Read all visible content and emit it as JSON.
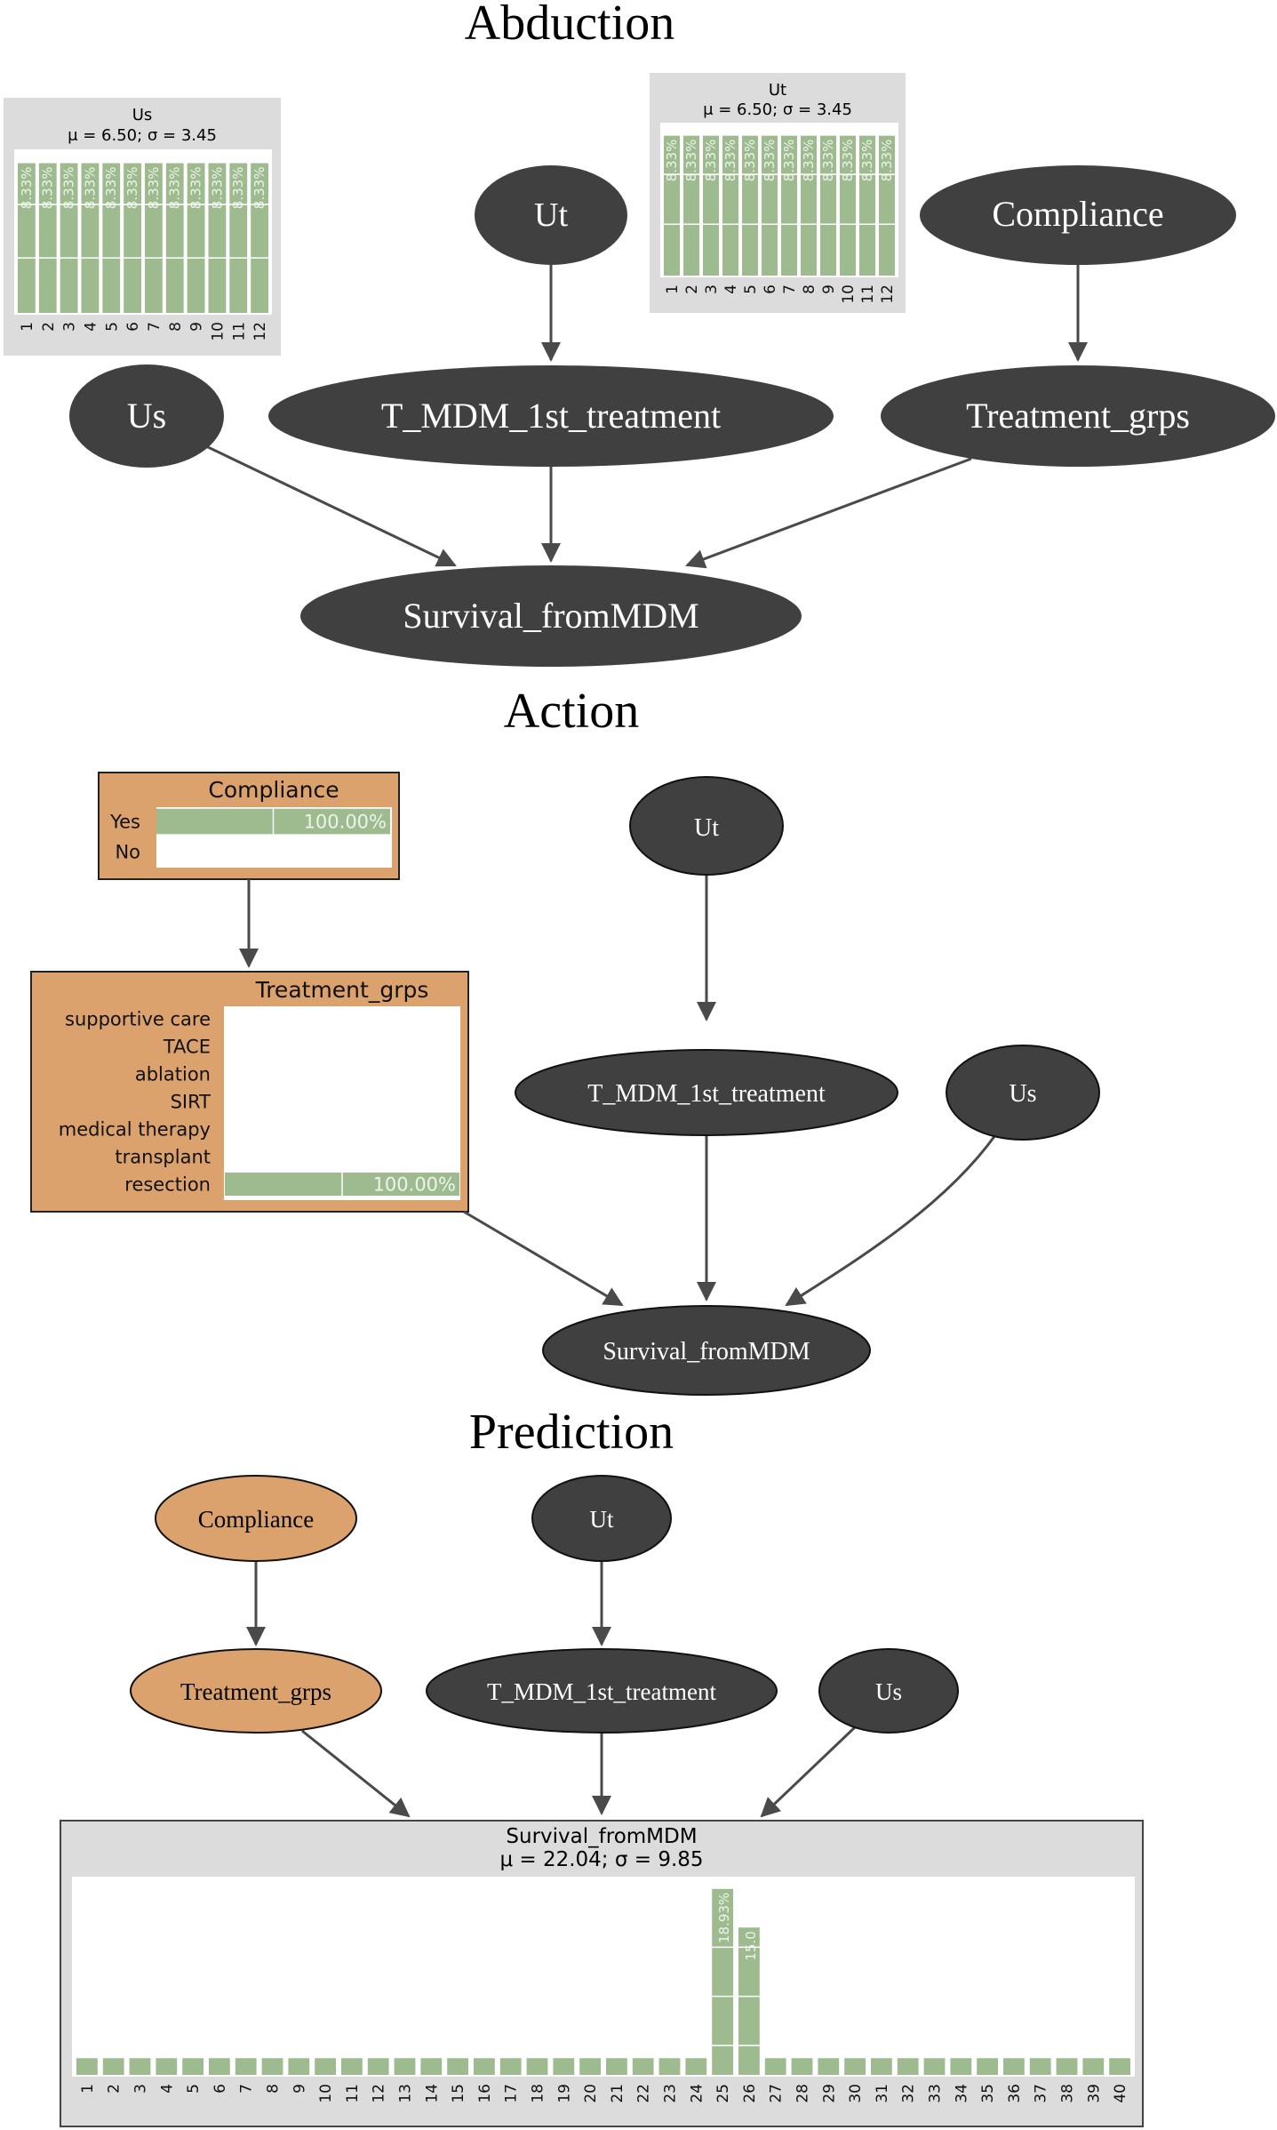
{
  "sections": {
    "abduction": "Abduction",
    "action": "Action",
    "prediction": "Prediction"
  },
  "colors": {
    "dark_node": "#404040",
    "evidence_node": "#dca26e",
    "bar": "#9ebb8f",
    "panel_bg": "#dcdcdc"
  },
  "abduction": {
    "nodes": {
      "ut": "Ut",
      "compliance": "Compliance",
      "us": "Us",
      "t_mdm": "T_MDM_1st_treatment",
      "treatment_grps": "Treatment_grps",
      "survival": "Survival_fromMDM"
    },
    "us_panel": {
      "title": "Us",
      "stats": "μ = 6.50; σ = 3.45",
      "categories": [
        "1",
        "2",
        "3",
        "4",
        "5",
        "6",
        "7",
        "8",
        "9",
        "10",
        "11",
        "12"
      ],
      "bar_label": "8.33%",
      "values": [
        8.33,
        8.33,
        8.33,
        8.33,
        8.33,
        8.33,
        8.33,
        8.33,
        8.33,
        8.33,
        8.33,
        8.33
      ]
    },
    "ut_panel": {
      "title": "Ut",
      "stats": "μ = 6.50; σ = 3.45",
      "categories": [
        "1",
        "2",
        "3",
        "4",
        "5",
        "6",
        "7",
        "8",
        "9",
        "10",
        "11",
        "12"
      ],
      "bar_label": "8.33%",
      "values": [
        8.33,
        8.33,
        8.33,
        8.33,
        8.33,
        8.33,
        8.33,
        8.33,
        8.33,
        8.33,
        8.33,
        8.33
      ]
    }
  },
  "action": {
    "compliance_box": {
      "title": "Compliance",
      "states": [
        {
          "label": "Yes",
          "value": 100.0,
          "text": "100.00%"
        },
        {
          "label": "No",
          "value": 0.0,
          "text": ""
        }
      ]
    },
    "treatment_box": {
      "title": "Treatment_grps",
      "states": [
        {
          "label": "supportive care",
          "value": 0.0,
          "text": ""
        },
        {
          "label": "TACE",
          "value": 0.0,
          "text": ""
        },
        {
          "label": "ablation",
          "value": 0.0,
          "text": ""
        },
        {
          "label": "SIRT",
          "value": 0.0,
          "text": ""
        },
        {
          "label": "medical therapy",
          "value": 0.0,
          "text": ""
        },
        {
          "label": "transplant",
          "value": 0.0,
          "text": ""
        },
        {
          "label": "resection",
          "value": 100.0,
          "text": "100.00%"
        }
      ]
    },
    "nodes": {
      "ut": "Ut",
      "t_mdm": "T_MDM_1st_treatment",
      "us": "Us",
      "survival": "Survival_fromMDM"
    }
  },
  "prediction": {
    "nodes": {
      "compliance": "Compliance",
      "ut": "Ut",
      "treatment_grps": "Treatment_grps",
      "t_mdm": "T_MDM_1st_treatment",
      "us": "Us"
    },
    "survival_panel": {
      "title": "Survival_fromMDM",
      "stats": "μ = 22.04; σ = 9.85",
      "categories": [
        "1",
        "2",
        "3",
        "4",
        "5",
        "6",
        "7",
        "8",
        "9",
        "10",
        "11",
        "12",
        "13",
        "14",
        "15",
        "16",
        "17",
        "18",
        "19",
        "20",
        "21",
        "22",
        "23",
        "24",
        "25",
        "26",
        "27",
        "28",
        "29",
        "30",
        "31",
        "32",
        "33",
        "34",
        "35",
        "36",
        "37",
        "38",
        "39",
        "40"
      ],
      "values": [
        1.7,
        1.7,
        1.7,
        1.7,
        1.7,
        1.7,
        1.7,
        1.7,
        1.7,
        1.7,
        1.7,
        1.7,
        1.7,
        1.7,
        1.7,
        1.7,
        1.7,
        1.7,
        1.7,
        1.7,
        1.7,
        1.7,
        1.7,
        1.7,
        18.93,
        15.0,
        1.7,
        1.7,
        1.7,
        1.7,
        1.7,
        1.7,
        1.7,
        1.7,
        1.7,
        1.7,
        1.7,
        1.7,
        1.7,
        1.7
      ],
      "bar_labels": {
        "25": "18.93%",
        "26": "15.0"
      }
    }
  }
}
